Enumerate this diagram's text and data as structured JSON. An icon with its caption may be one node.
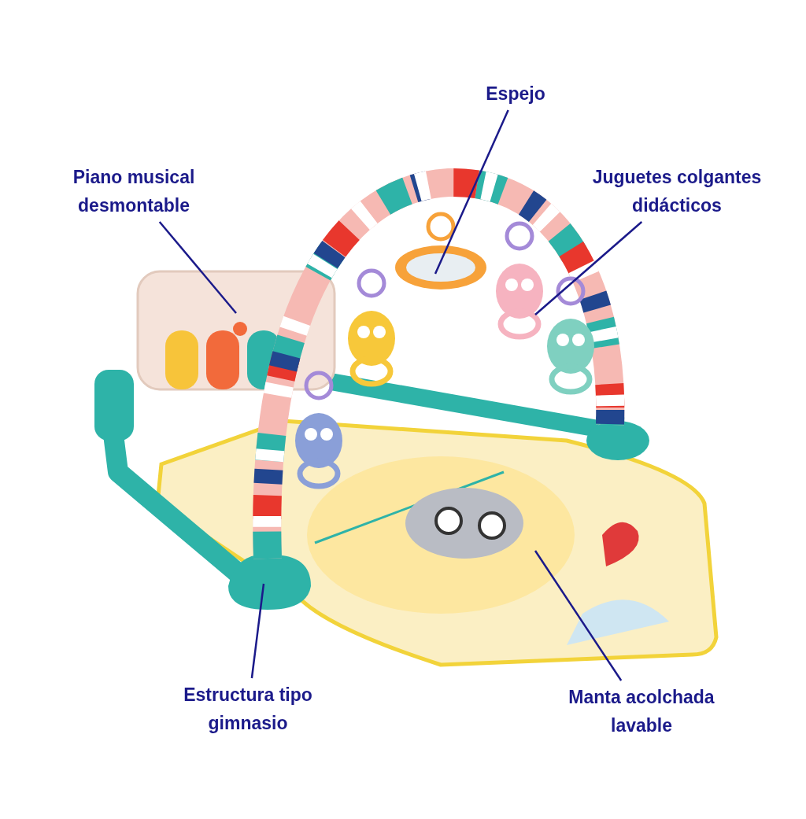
{
  "diagram": {
    "nodes": [
      {
        "text": [
          "Espejo"
        ]
      },
      {
        "text": [
          "Piano musical desmontable"
        ]
      },
      {
        "text": [
          "Juguetes colgantes didácticos"
        ]
      },
      {
        "text": [
          "Estructura tipo gimnasio"
        ]
      },
      {
        "text": [
          "Manta acolchada lavable"
        ]
      },
      {
        "text": [],
        "shape": "picture"
      },
      {
        "text": [],
        "shape": "picture"
      },
      {
        "text": [],
        "shape": "picture"
      },
      {
        "text": [],
        "shape": "picture"
      },
      {
        "text": [],
        "shape": "picture"
      }
    ],
    "edges": [
      {
        "from": 0,
        "to": 5,
        "arrow": "none"
      },
      {
        "from": 1,
        "to": 6,
        "arrow": "none"
      },
      {
        "from": 2,
        "to": 7,
        "arrow": "none"
      },
      {
        "from": 3,
        "to": 8,
        "arrow": "none"
      },
      {
        "from": 4,
        "to": 9,
        "arrow": "none"
      }
    ]
  }
}
